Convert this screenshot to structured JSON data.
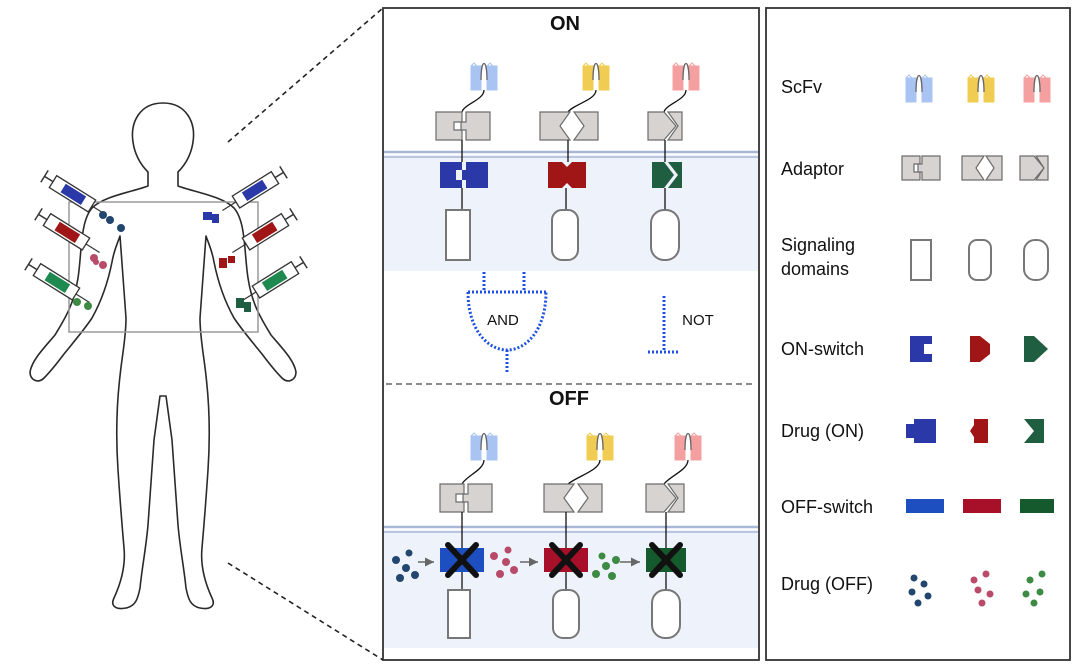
{
  "center": {
    "on_label": "ON",
    "off_label": "OFF",
    "and_label": "AND",
    "not_label": "NOT"
  },
  "legend": {
    "items": [
      {
        "label": "ScFv"
      },
      {
        "label": "Adaptor"
      },
      {
        "label_line1": "Signaling",
        "label_line2": "domains"
      },
      {
        "label": "ON-switch"
      },
      {
        "label": "Drug (ON)"
      },
      {
        "label": "OFF-switch"
      },
      {
        "label": "Drug (OFF)"
      }
    ]
  },
  "colors": {
    "on_text": "#1aa81a",
    "off_text": "#e01010",
    "membrane_band": "#eef2fb",
    "membrane_line": "#a9b7d6",
    "scfv_blue": "#a9c4f2",
    "scfv_yellow": "#f1cc52",
    "scfv_pink": "#f5a0a0",
    "adaptor_fill": "#d6d3d1",
    "adaptor_stroke": "#6c6c6c",
    "switch_blue": "#2b39a8",
    "switch_red": "#a01616",
    "switch_green": "#1f5e40",
    "offswitch_blue": "#1d4fc0",
    "offswitch_red": "#a8102a",
    "offswitch_green": "#155a2c",
    "drug_off_blue": "#22466e",
    "drug_off_red": "#b84a6a",
    "drug_off_green": "#3d8a44",
    "gate_blue": "#1d4fe0"
  },
  "icons": [
    "body-silhouette-icon",
    "syringe-icon",
    "scfv-icon",
    "adaptor-icon",
    "signaling-domain-icon",
    "on-switch-icon",
    "drug-icon",
    "off-switch-icon",
    "x-mark-icon",
    "and-gate-icon",
    "not-gate-icon"
  ]
}
